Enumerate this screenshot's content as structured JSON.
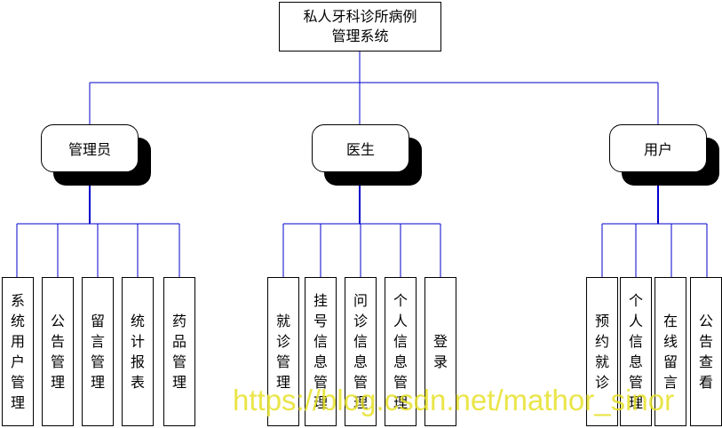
{
  "diagram": {
    "root": {
      "line1": "私人牙科诊所病例",
      "line2": "管理系统"
    },
    "roles": [
      {
        "label": "管理员",
        "modules": [
          "系统用户管理",
          "公告管理",
          "留言管理",
          "统计报表",
          "药品管理"
        ]
      },
      {
        "label": "医生",
        "modules": [
          "就诊管理",
          "挂号信息管理",
          "问诊信息管理",
          "个人信息管理",
          "登录"
        ]
      },
      {
        "label": "用户",
        "modules": [
          "预约就诊",
          "个人信息管理",
          "在线留言",
          "公告查看"
        ]
      }
    ],
    "line_color": "#0000cc"
  },
  "watermark": "https://blog.csdn.net/mathor_sinor"
}
